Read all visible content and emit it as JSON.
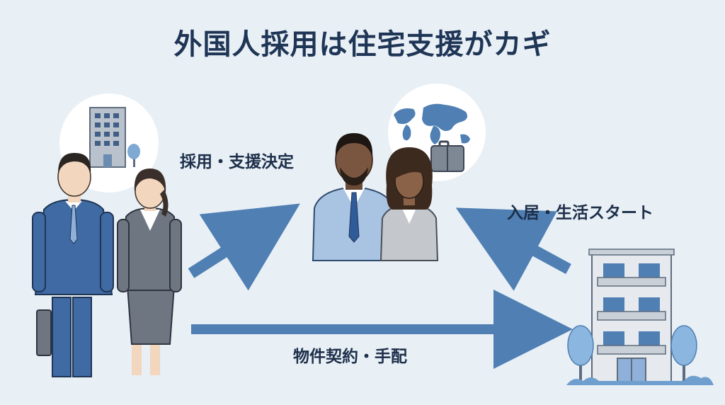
{
  "title": "外国人採用は住宅支援がカギ",
  "steps": {
    "hire_support": "採用・支援決定",
    "move_in_start": "入居・生活スタート",
    "contract_arrange": "物件契約・手配"
  },
  "colors": {
    "background": "#e8eff5",
    "title": "#1f3556",
    "arrow": "#4f7fb3",
    "suit_navy": "#3f6aa3",
    "suit_gray": "#6e7682",
    "suit_light_blue": "#a9c3e2",
    "building": "#c9d0d8",
    "tree": "#8bb6df"
  },
  "icons": [
    "office-building-icon",
    "world-map-icon",
    "suitcase-icon",
    "apartment-building-icon",
    "tree-icon"
  ]
}
